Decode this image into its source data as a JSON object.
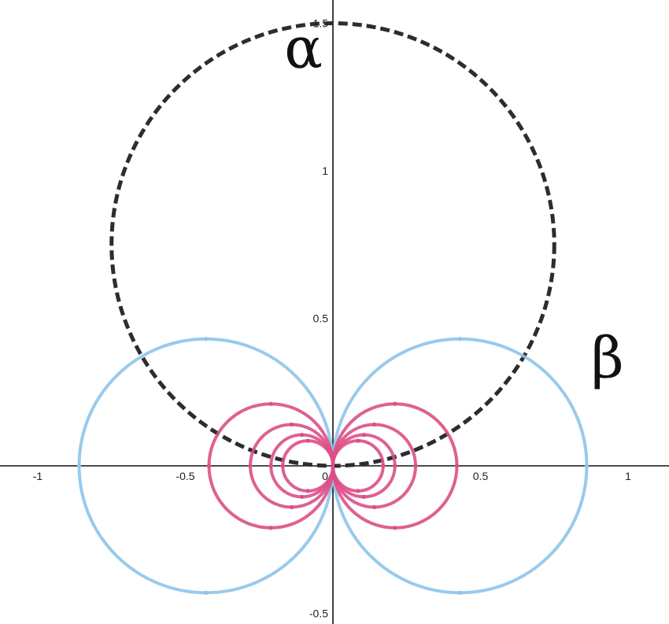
{
  "chart_data": {
    "type": "line",
    "title": "",
    "xlabel": "",
    "ylabel": "",
    "xlim": [
      -1.1,
      1.12
    ],
    "ylim": [
      -0.52,
      1.53
    ],
    "grid": false,
    "x_ticks": [
      {
        "value": -1,
        "label": "-1"
      },
      {
        "value": -0.5,
        "label": "-0.5"
      },
      {
        "value": 0,
        "label": "0"
      },
      {
        "value": 0.5,
        "label": "0.5"
      },
      {
        "value": 1,
        "label": "1"
      }
    ],
    "y_ticks": [
      {
        "value": -0.5,
        "label": "-0.5"
      },
      {
        "value": 0.5,
        "label": "0.5"
      },
      {
        "value": 1,
        "label": "1"
      },
      {
        "value": 1.5,
        "label": "1.5"
      }
    ],
    "annotations": [
      {
        "text": "α",
        "x": -0.1,
        "y": 1.35,
        "size": 72
      },
      {
        "text": "β",
        "x": 0.93,
        "y": 0.3,
        "size": 72
      }
    ],
    "series": [
      {
        "kind": "circle",
        "cx": 0,
        "cy": 0.75,
        "r": 0.75,
        "color": "#2b2d33",
        "dash": true
      },
      {
        "kind": "circle",
        "cx": -0.43,
        "cy": 0,
        "r": 0.43,
        "color": "#8ec4ea",
        "dash": false
      },
      {
        "kind": "circle",
        "cx": 0.43,
        "cy": 0,
        "r": 0.43,
        "color": "#8ec4ea",
        "dash": false
      },
      {
        "kind": "circle",
        "cx": -0.21,
        "cy": 0,
        "r": 0.21,
        "color": "#dc4f86",
        "dash": false
      },
      {
        "kind": "circle",
        "cx": 0.21,
        "cy": 0,
        "r": 0.21,
        "color": "#dc4f86",
        "dash": false
      },
      {
        "kind": "circle",
        "cx": -0.14,
        "cy": 0,
        "r": 0.14,
        "color": "#dc4f86",
        "dash": false
      },
      {
        "kind": "circle",
        "cx": 0.14,
        "cy": 0,
        "r": 0.14,
        "color": "#dc4f86",
        "dash": false
      },
      {
        "kind": "circle",
        "cx": -0.105,
        "cy": 0,
        "r": 0.105,
        "color": "#dc4f86",
        "dash": false
      },
      {
        "kind": "circle",
        "cx": 0.105,
        "cy": 0,
        "r": 0.105,
        "color": "#dc4f86",
        "dash": false
      },
      {
        "kind": "circle",
        "cx": -0.085,
        "cy": 0,
        "r": 0.085,
        "color": "#dc4f86",
        "dash": false
      },
      {
        "kind": "circle",
        "cx": 0.085,
        "cy": 0,
        "r": 0.085,
        "color": "#dc4f86",
        "dash": false
      }
    ]
  }
}
